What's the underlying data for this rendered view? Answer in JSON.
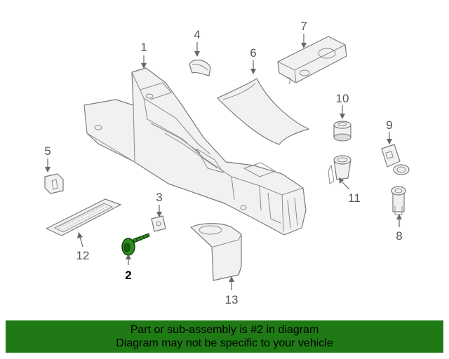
{
  "diagram": {
    "labels": {
      "p1": "1",
      "p2": "2",
      "p3": "3",
      "p4": "4",
      "p5": "5",
      "p6": "6",
      "p7": "7",
      "p8": "8",
      "p9": "9",
      "p10": "10",
      "p11": "11",
      "p12": "12",
      "p13": "13"
    },
    "highlighted_part": "2",
    "highlight_color": "#2e8b1e"
  },
  "banner": {
    "line1": "Part or sub-assembly is #2 in diagram",
    "line2": "Diagram may not be specific to your vehicle",
    "background": "#1f7a16"
  }
}
